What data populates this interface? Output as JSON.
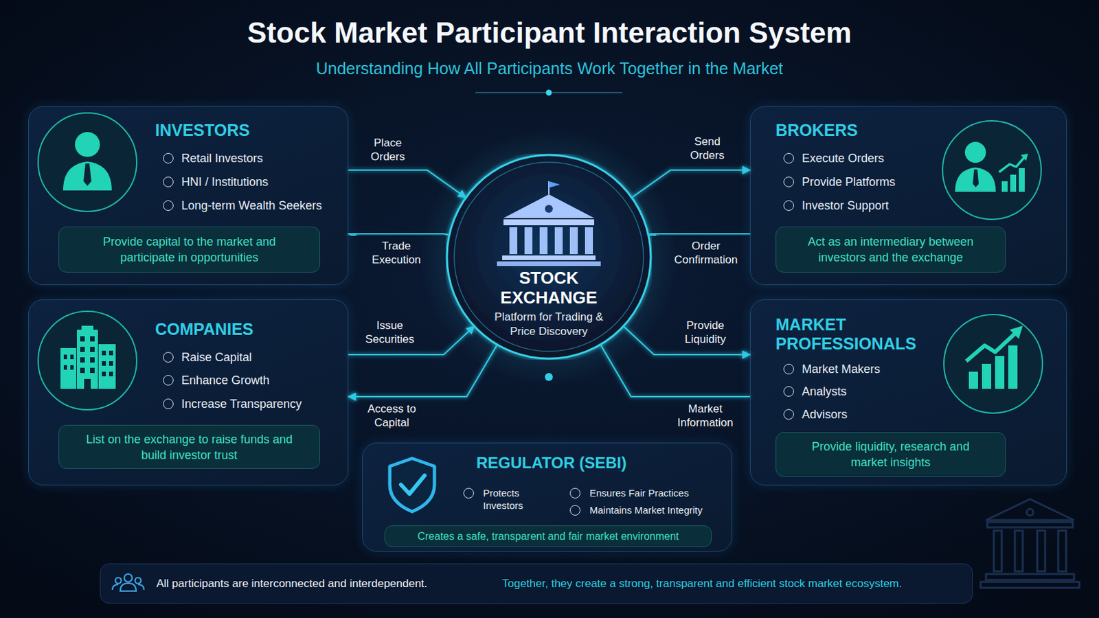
{
  "diagram": {
    "title": "Stock Market Participant Interaction System",
    "nodes": [
      {
        "text": [
          "INVESTORS",
          "Retail Investors",
          "HNI / Institutions",
          "Long-term Wealth Seekers"
        ]
      },
      {
        "text": [
          "Provide capital to the market and participate in opportunities"
        ],
        "in": 0
      },
      {
        "text": [
          "STOCK EXCHANGE",
          "Platform for Trading & Price Discovery"
        ]
      },
      {
        "text": [
          "BROKERS",
          "Execute Orders",
          "Provide Platforms",
          "Investor Support"
        ]
      },
      {
        "text": [
          "Act as an intermediary between investors and the exchange"
        ],
        "in": 3
      },
      {
        "text": [
          "COMPANIES",
          "Raise Capital",
          "Enhance Growth",
          "Increase Transparency"
        ]
      },
      {
        "text": [
          "List on the exchange to raise funds and build investor trust"
        ],
        "in": 5
      },
      {
        "text": [
          "MARKET PROFESSIONALS",
          "Market Makers",
          "Analysts",
          "Advisors"
        ]
      },
      {
        "text": [
          "Provide liquidity, research and market insights"
        ],
        "in": 7
      },
      {
        "text": [
          "REGULATOR (SEBI)",
          "Protects Investors",
          "Ensures Fair Practices",
          "Maintains Market Integrity"
        ]
      },
      {
        "text": [
          "Creates a safe, transparent and fair market environment"
        ],
        "in": 9
      },
      {
        "text": [
          "All participants are interconnected and interdependent.",
          "Together, they create a strong, transparent and efficient stock market ecosystem."
        ]
      }
    ],
    "edges": [
      {
        "from": 0,
        "to": 2,
        "label": "Place Orders",
        "arrow": "to"
      },
      {
        "from": 2,
        "to": 0,
        "label": "Trade Execution",
        "arrow": "to"
      },
      {
        "from": 2,
        "to": 3,
        "label": "Send Orders",
        "arrow": "to"
      },
      {
        "from": 3,
        "to": 2,
        "label": "Order Confirmation",
        "arrow": "to"
      },
      {
        "from": 5,
        "to": 2,
        "label": "Issue Securities",
        "arrow": "to"
      },
      {
        "from": 2,
        "to": 5,
        "label": "Access to Capital",
        "arrow": "to"
      },
      {
        "from": 2,
        "to": 7,
        "label": "Provide Liquidity",
        "arrow": "to"
      },
      {
        "from": 7,
        "to": 2,
        "label": "Market Information",
        "arrow": "none"
      },
      {
        "from": 9,
        "to": 2,
        "arrow": "none"
      }
    ],
    "labels": [
      "Understanding How All Participants Work Together in the Market"
    ]
  }
}
